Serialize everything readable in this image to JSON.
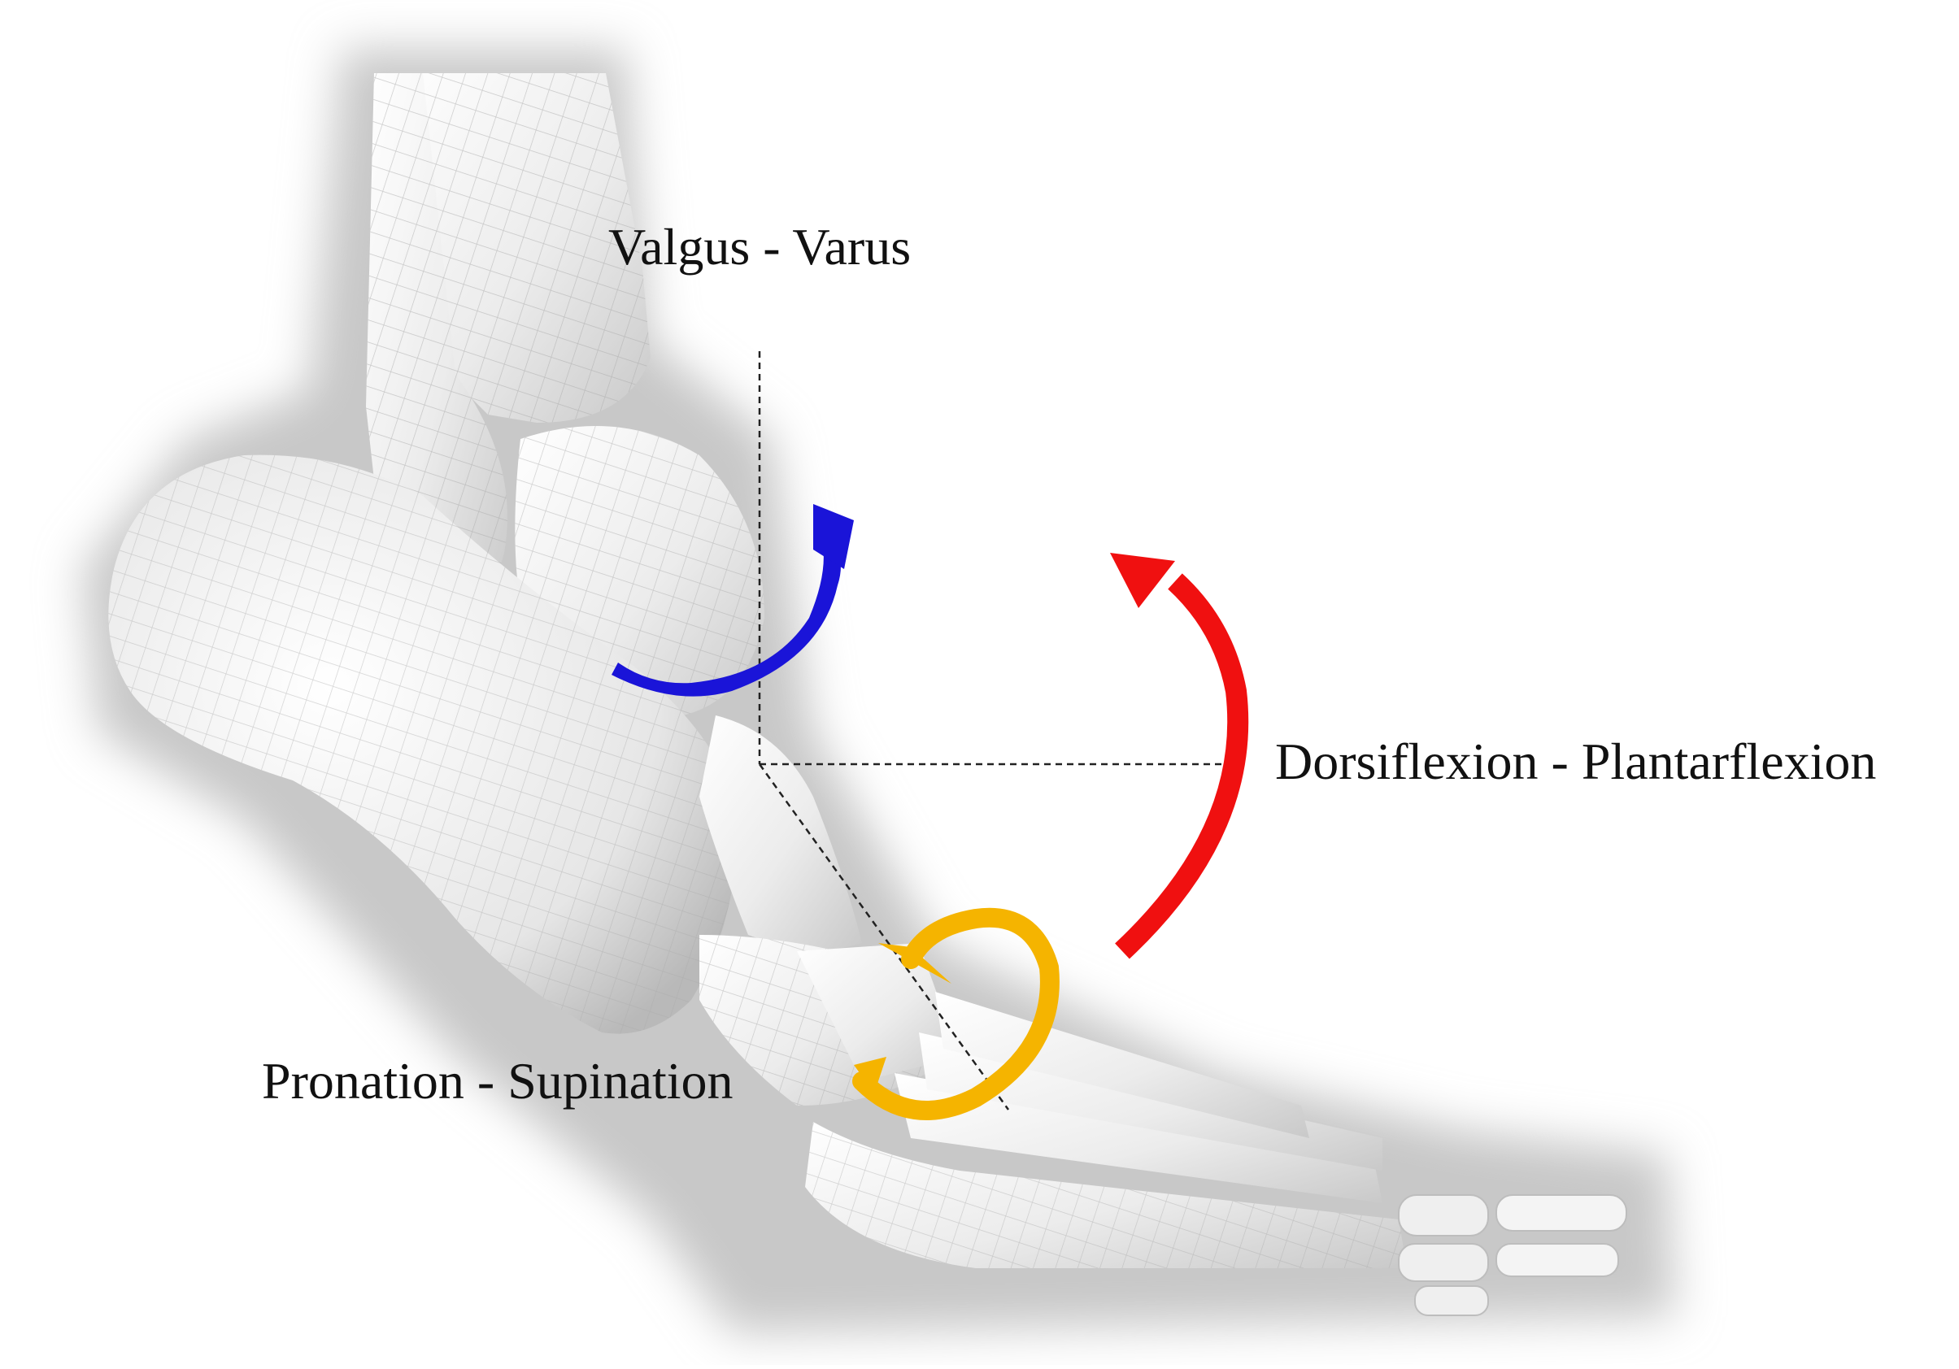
{
  "labels": {
    "valgus_varus": "Valgus - Varus",
    "dorsiflexion_plantarflexion": "Dorsiflexion - Plantarflexion",
    "pronation_supination": "Pronation - Supination"
  },
  "colors": {
    "valgus_varus_arrow": "#1a14d8",
    "dorsiflexion_plantarflexion_arrow": "#f01010",
    "pronation_supination_arrow": "#f5b400",
    "bone": "#f2f2f2",
    "bone_shadow": "#bdbdbd",
    "mesh": "#a9a9a9",
    "axis_line": "#222222"
  },
  "icons": {
    "valgus_varus": "curved-arrow-icon",
    "dorsiflexion_plantarflexion": "arc-arrow-icon",
    "pronation_supination": "rotation-arrow-icon"
  }
}
